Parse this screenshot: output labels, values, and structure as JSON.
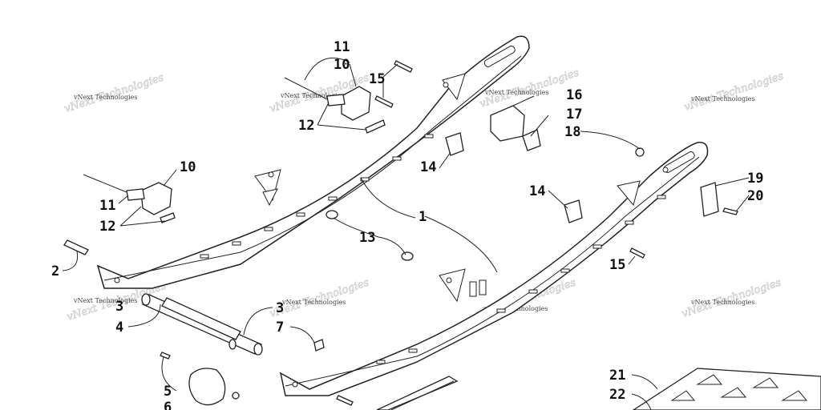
{
  "watermark": "vNext Technologies",
  "callouts": {
    "c1": "1",
    "c2": "2",
    "c3a": "3",
    "c3b": "3",
    "c4": "4",
    "c5": "5",
    "c6": "6",
    "c7": "7",
    "c10a": "10",
    "c10b": "10",
    "c11a": "11",
    "c11b": "11",
    "c12a": "12",
    "c12b": "12",
    "c13": "13",
    "c14a": "14",
    "c14b": "14",
    "c15a": "15",
    "c15b": "15",
    "c16": "16",
    "c17": "17",
    "c18": "18",
    "c19": "19",
    "c20": "20",
    "c21": "21",
    "c22": "22"
  }
}
